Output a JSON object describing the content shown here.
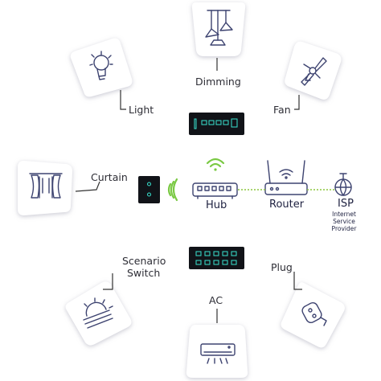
{
  "devices": {
    "dimming": "Dimming",
    "light": "Light",
    "fan": "Fan",
    "curtain": "Curtain",
    "scenario_line1": "Scenario",
    "scenario_line2": "Switch",
    "ac": "AC",
    "plug": "Plug"
  },
  "network": {
    "hub": "Hub",
    "router": "Router",
    "isp": "ISP",
    "isp_line1": "Internet",
    "isp_line2": "Service",
    "isp_line3": "Provider"
  },
  "colors": {
    "icon_stroke": "#3d4370",
    "panel_dark": "#111318",
    "panel_glow": "#39e3d0",
    "wifi_green": "#7ac943",
    "link_green": "#8cc63f",
    "leader_line": "#333333",
    "card_shadow": "#cfcfd6"
  },
  "icons": {
    "dimming": "pendant-lamps-icon",
    "light": "light-bulb-icon",
    "fan": "ceiling-fan-icon",
    "curtain": "curtain-icon",
    "scenario": "sun-scene-icon",
    "ac": "air-conditioner-icon",
    "plug": "plug-socket-icon",
    "hub": "network-hub-icon",
    "router": "wifi-router-icon",
    "isp": "globe-satellite-icon"
  }
}
